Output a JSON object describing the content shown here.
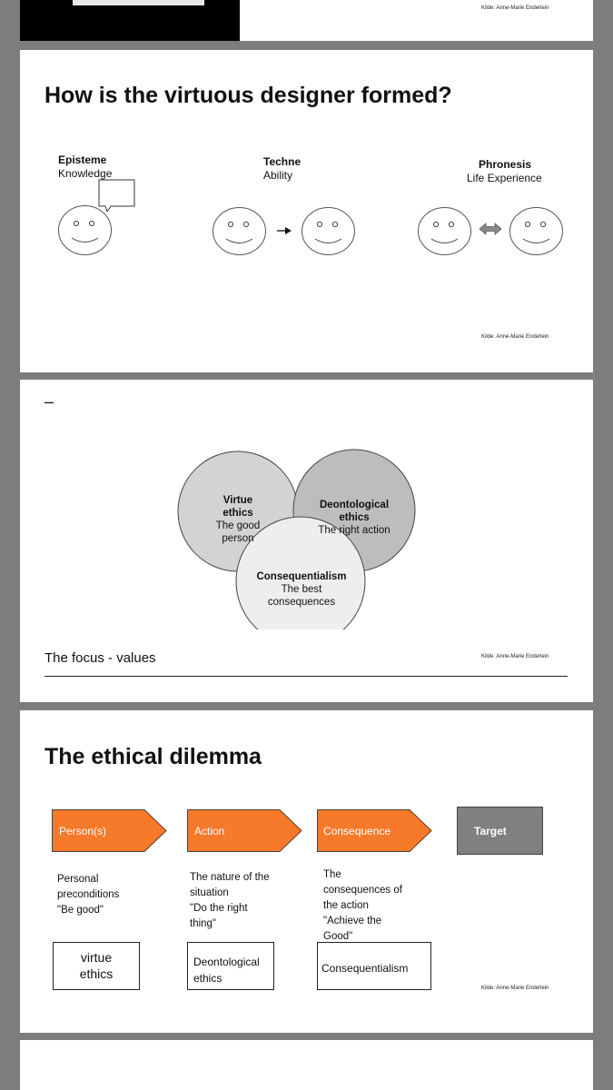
{
  "slide0": {
    "credit": "Kilde: Anne-Marie Enderlein"
  },
  "slide1": {
    "title": "How is the virtuous designer formed?",
    "episteme": {
      "term": "Episteme",
      "desc": "Knowledge"
    },
    "techne": {
      "term": "Techne",
      "desc": "Ability"
    },
    "phronesis": {
      "term": "Phronesis",
      "desc": "Life Experience"
    },
    "credit": "Kilde: Anne-Marie Enderlein",
    "icons": [
      "smiley-face-icon",
      "speech-bubble-icon",
      "right-arrow-icon",
      "double-arrow-icon"
    ]
  },
  "slide2": {
    "dash": "–",
    "virtue": {
      "title_line1": "Virtue",
      "title_line2": "ethics",
      "sub_line1": "The good",
      "sub_line2": "person"
    },
    "deontological": {
      "title_line1": "Deontological",
      "title_line2": "ethics",
      "sub": "The right action"
    },
    "consequentialism": {
      "title": "Consequentialism",
      "sub_line1": "The best",
      "sub_line2": "consequences"
    },
    "footer": "The focus - values",
    "credit": "Kilde: Anne-Marie Enderlein",
    "colors": {
      "virtue": "#d3d3d3",
      "deontological": "#bdbdbd",
      "consequentialism": "#eeeeee"
    }
  },
  "slide3": {
    "title": "The ethical dilemma",
    "steps": [
      {
        "label": "Person(s)",
        "desc": [
          "Personal",
          "preconditions",
          "\"Be good\""
        ],
        "ethic": [
          "virtue",
          "ethics"
        ]
      },
      {
        "label": "Action",
        "desc": [
          "The nature of the",
          "situation",
          "\"Do the right",
          "thing\""
        ],
        "ethic": [
          "Deontological",
          "ethics"
        ]
      },
      {
        "label": "Consequence",
        "desc": [
          "The",
          "consequences of",
          "the action",
          "\"Achieve the",
          "Good\""
        ],
        "ethic": [
          "Consequentialism"
        ]
      }
    ],
    "target": "Target",
    "credit": "Kilde: Anne-Marie Enderlein",
    "colors": {
      "arrow": "#f7792a",
      "target": "#808080"
    }
  }
}
